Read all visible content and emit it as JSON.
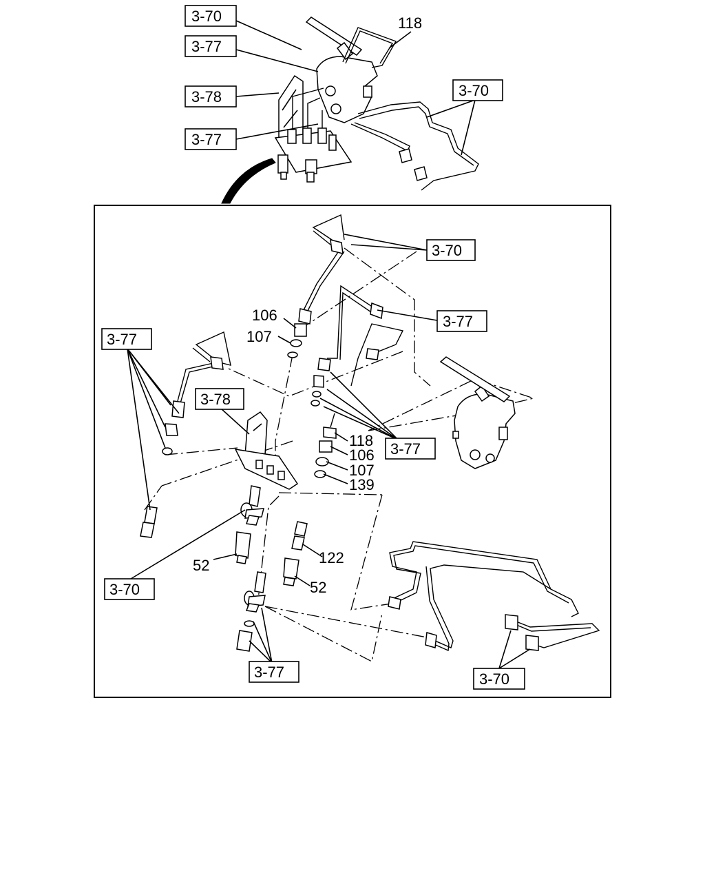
{
  "callouts": {
    "top_3_70_a": "3-70",
    "top_3_77_a": "3-77",
    "top_3_78": "3-78",
    "top_3_77_b": "3-77",
    "top_3_70_b": "3-70",
    "detail_3_70_top": "3-70",
    "detail_3_77_right": "3-77",
    "detail_3_77_left": "3-77",
    "detail_3_78": "3-78",
    "detail_3_77_mid": "3-77",
    "detail_3_70_left": "3-70",
    "detail_3_77_bottom": "3-77",
    "detail_3_70_bottom": "3-70"
  },
  "part_numbers": {
    "top_118": "118",
    "n106_a": "106",
    "n107_a": "107",
    "n118": "118",
    "n106_b": "106",
    "n107_b": "107",
    "n139": "139",
    "n122": "122",
    "n52_a": "52",
    "n52_b": "52"
  }
}
